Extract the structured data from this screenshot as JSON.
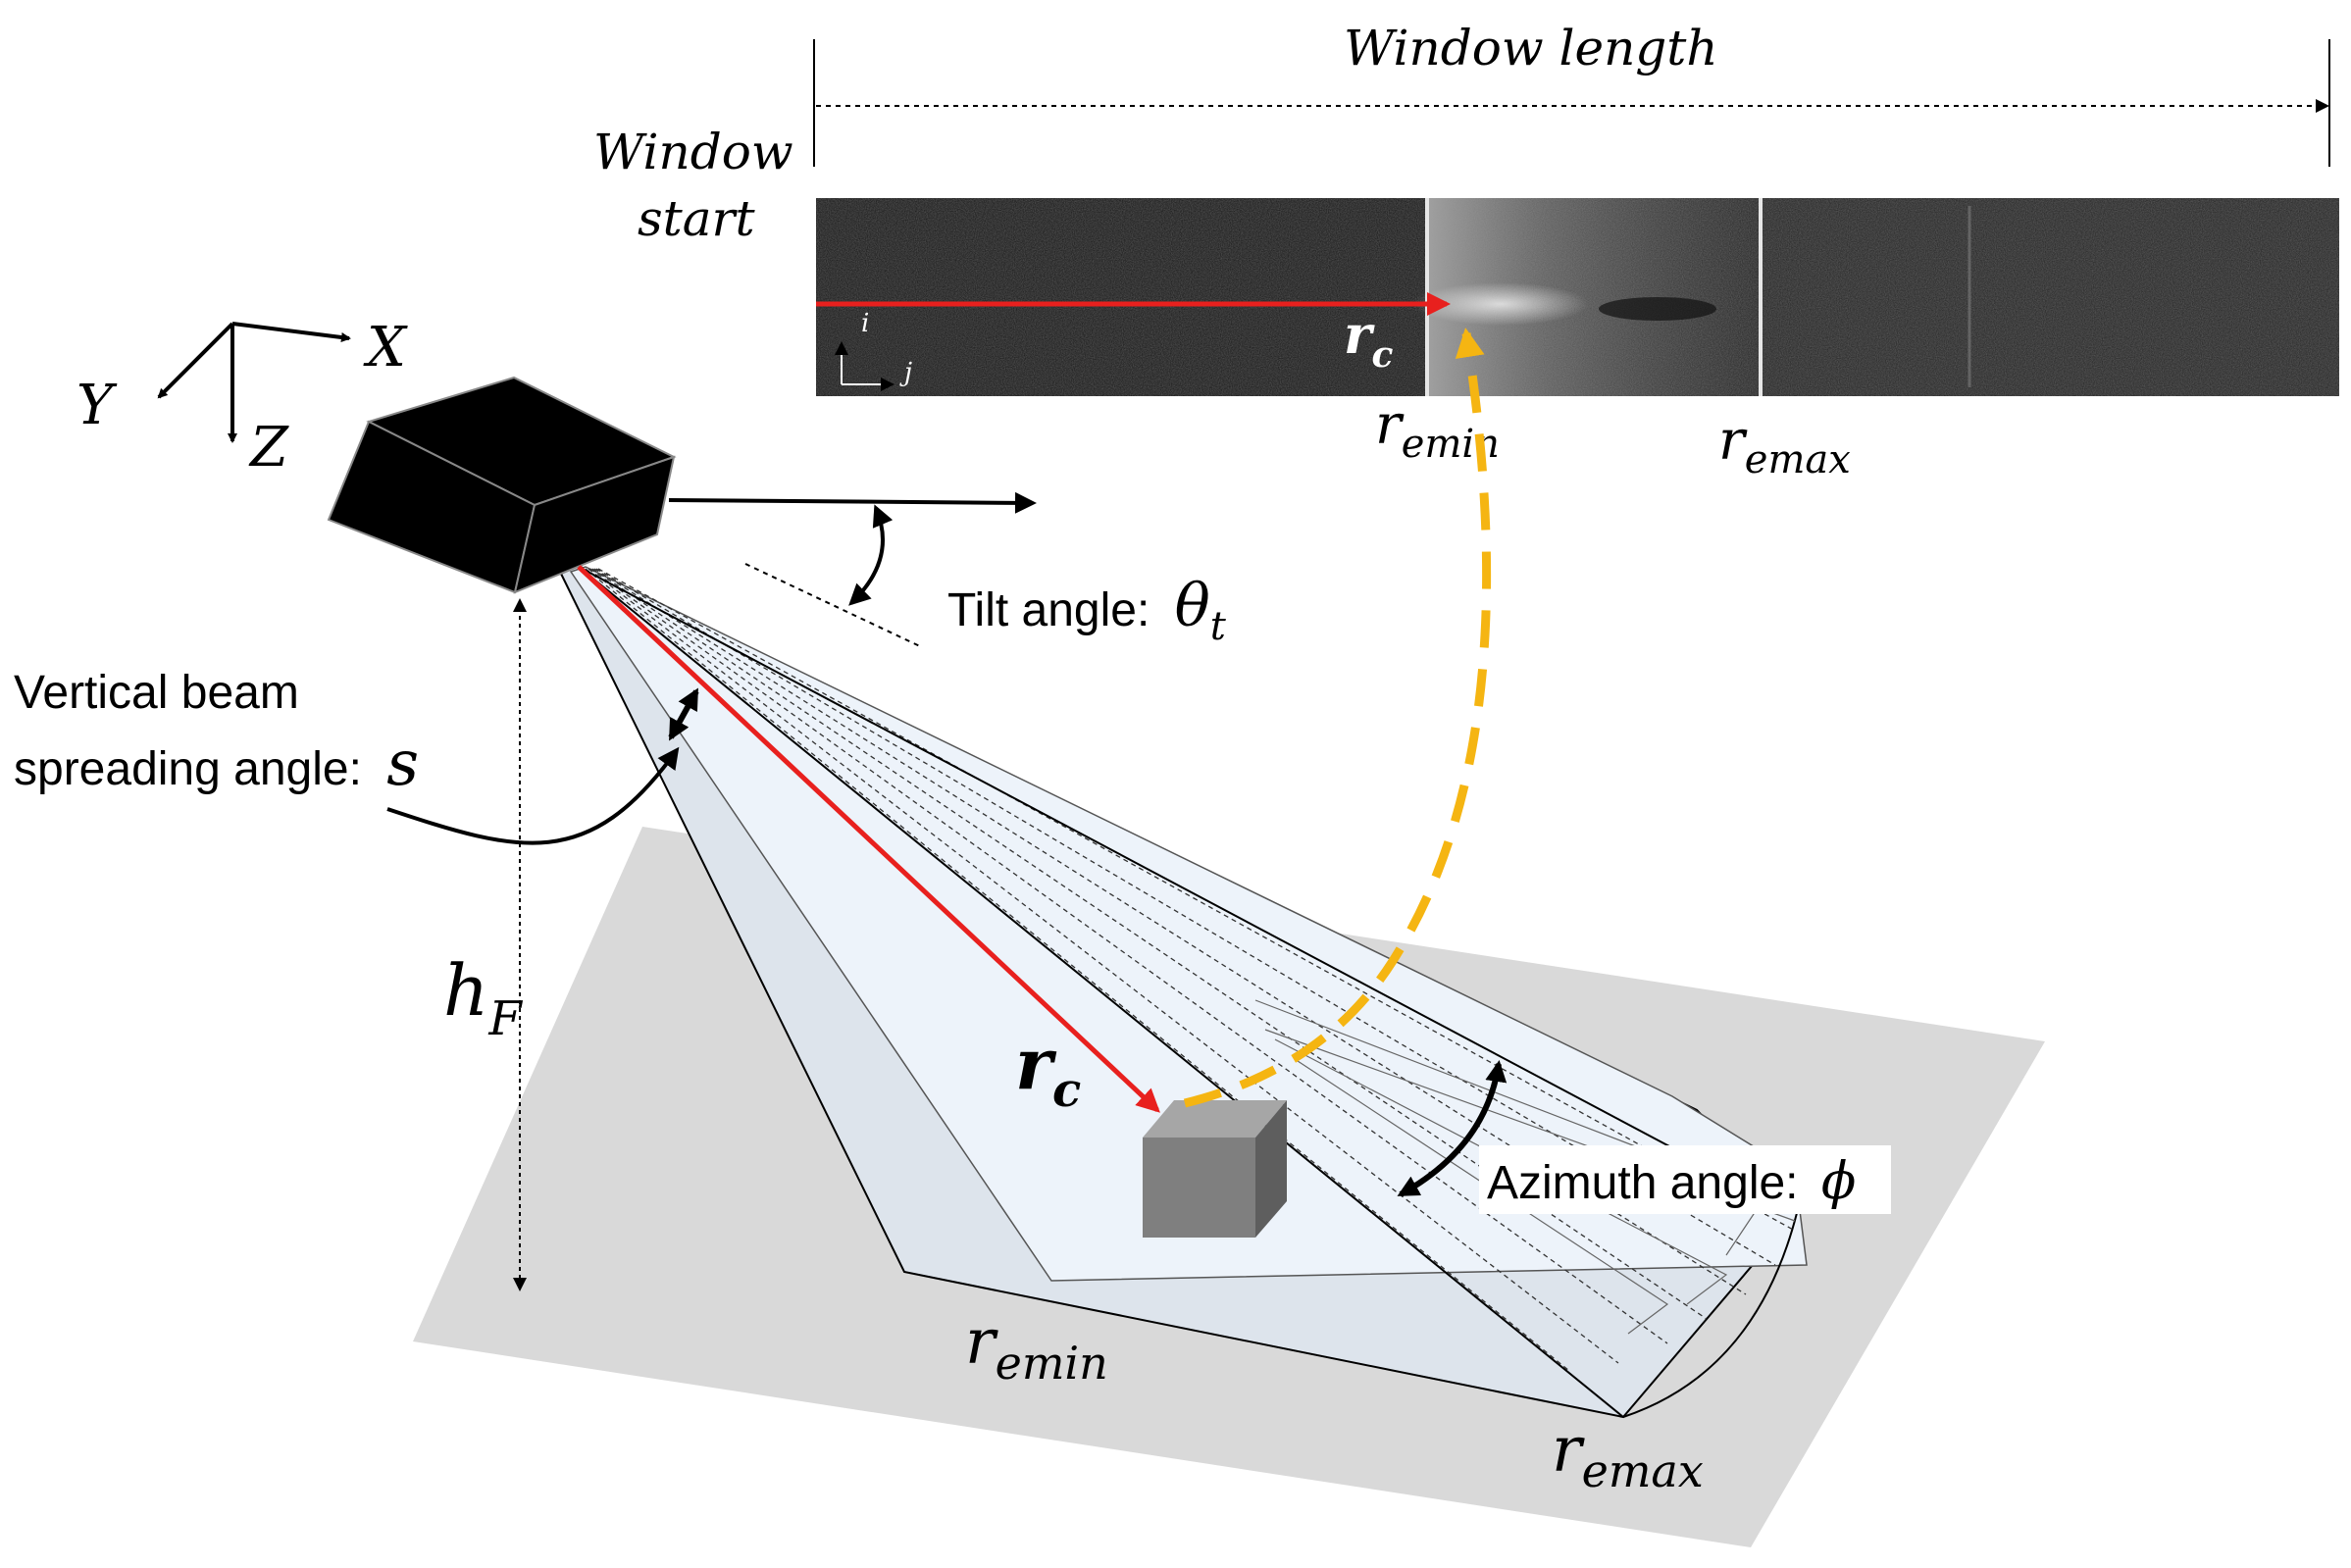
{
  "window_labels": {
    "length": "Window length",
    "start_line1": "Window",
    "start_line2": "start"
  },
  "axes": {
    "x": "X",
    "y": "Y",
    "z": "Z"
  },
  "sonar_image": {
    "axis_i": "i",
    "axis_j": "j",
    "rc_base": "r",
    "rc_sub": "c",
    "remin_base": "r",
    "remin_sub": "emin",
    "remax_base": "r",
    "remax_sub": "emax"
  },
  "annotations": {
    "tilt_text": "Tilt angle:",
    "tilt_sym": "θ",
    "tilt_sub": "t",
    "vbs_line1": "Vertical beam",
    "vbs_line2": "spreading angle:",
    "vbs_sym": "s",
    "hf_base": "h",
    "hf_sub": "F",
    "rc_base": "r",
    "rc_sub": "c",
    "remin_base": "r",
    "remin_sub": "emin",
    "remax_base": "r",
    "remax_sub": "emax",
    "azimuth_text": "Azimuth angle:",
    "azimuth_sym": "ϕ"
  },
  "colors": {
    "range_arrow": "#e8201e",
    "mapping_arrow": "#f5b512",
    "seabed": "#d9d9d9",
    "beam_fill": "#eaf1f9",
    "sonar_body": "#000000",
    "target": "#7f7f7f"
  }
}
